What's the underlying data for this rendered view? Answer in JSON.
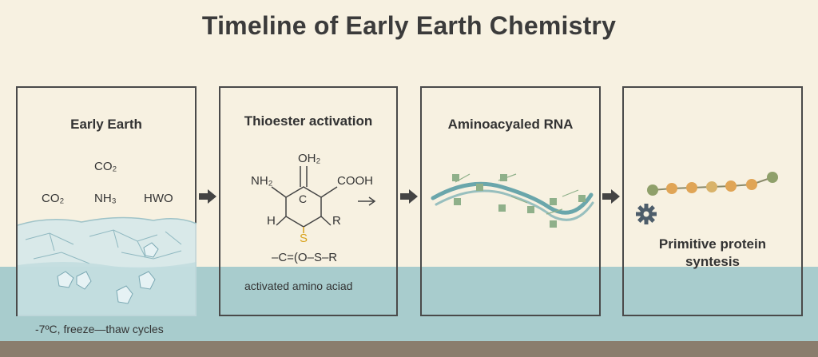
{
  "title": "Timeline of Early Earth Chemistry",
  "panels": [
    {
      "title": "Early Earth",
      "molecules": [
        "CO₂",
        "CO₂",
        "NH₃",
        "HWO"
      ],
      "caption": "-7ºC, freeze—thaw cycles"
    },
    {
      "title": "Thioester activation",
      "structure": {
        "top": "OH₂",
        "left": "NH₂",
        "right": "COOH",
        "center": "C",
        "bottom_left": "H",
        "bottom_right": "R",
        "sulfur": "S",
        "chain": "–C=(O–S–R"
      },
      "caption": "activated amino aciad"
    },
    {
      "title": "Aminoacyaled RNA"
    },
    {
      "title": "Primitive protein syntesis",
      "title_lines": [
        "Primitive protein",
        "syntesis"
      ]
    }
  ],
  "colors": {
    "background": "#f7f1e1",
    "water": "#a8cccd",
    "ground": "#8a7d6d",
    "border": "#4a4a4a",
    "sulfur": "#d8a21c",
    "rna_strand": "#6aa6ab",
    "rna_tag": "#8fb08a",
    "bead_green": "#8fa06a",
    "bead_orange": "#e0a556"
  },
  "icons": [
    "arrow-right-icon",
    "gear-icon"
  ]
}
